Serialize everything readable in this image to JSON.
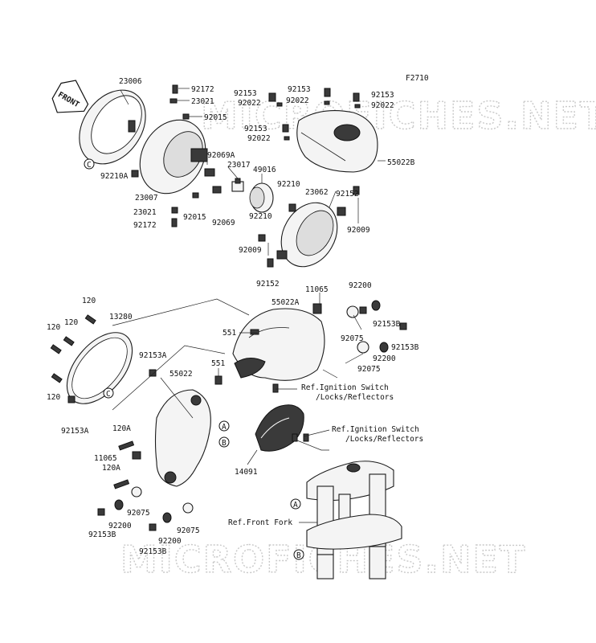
{
  "diagram_code": "F2710",
  "front_arrow_label": "FRONT",
  "watermark": "MICROFICHES.NET",
  "circle_refs": {
    "a": "A",
    "b": "B",
    "c": "C"
  },
  "labels": {
    "p23006": "23006",
    "p92172_top": "92172",
    "p23021_top": "23021",
    "p92015_top": "92015",
    "p92069A": "92069A",
    "p23017": "23017",
    "p49016": "49016",
    "p92210A": "92210A",
    "p23007": "23007",
    "p23021_bot": "23021",
    "p92015_bot": "92015",
    "p92069": "92069",
    "p92172_bot": "92172",
    "p92153_a1": "92153",
    "p92022_a1": "92022",
    "p92153_a2": "92153",
    "p92022_a2": "92022",
    "p92153_a3": "92153",
    "p92022_a3": "92022",
    "p92153_a4": "92153",
    "p92022_a4": "92022",
    "p55022B": "55022B",
    "p92210_top": "92210",
    "p23062": "23062",
    "p92152_top": "92152",
    "p92210_bot": "92210",
    "p92009_right": "92009",
    "p92009_left": "92009",
    "p92152_bot": "92152",
    "p120_top": "120",
    "p13280": "13280",
    "p120_l1": "120",
    "p120_l2": "120",
    "p92153A_mid": "92153A",
    "p120_bot": "120",
    "p92153A_bot": "92153A",
    "p11065_top": "11065",
    "p92200_top": "92200",
    "p55022A": "55022A",
    "p92153B_r1": "92153B",
    "p551_a": "551",
    "p92075_r1": "92075",
    "p92153B_r2": "92153B",
    "p92200_r": "92200",
    "p551_b": "551",
    "p55022": "55022",
    "p92075_r2": "92075",
    "p120A_1": "120A",
    "p11065_bot": "11065",
    "p120A_2": "120A",
    "p14091": "14091",
    "p92075_l": "92075",
    "p92200_l": "92200",
    "p92153B_l": "92153B",
    "p92075_b": "92075",
    "p92200_b": "92200",
    "p92153B_b": "92153B"
  },
  "references": {
    "ignition1_line1": "Ref.Ignition Switch",
    "ignition1_line2": "/Locks/Reflectors",
    "ignition2_line1": "Ref.Ignition Switch",
    "ignition2_line2": "/Locks/Reflectors",
    "front_fork": "Ref.Front Fork"
  }
}
